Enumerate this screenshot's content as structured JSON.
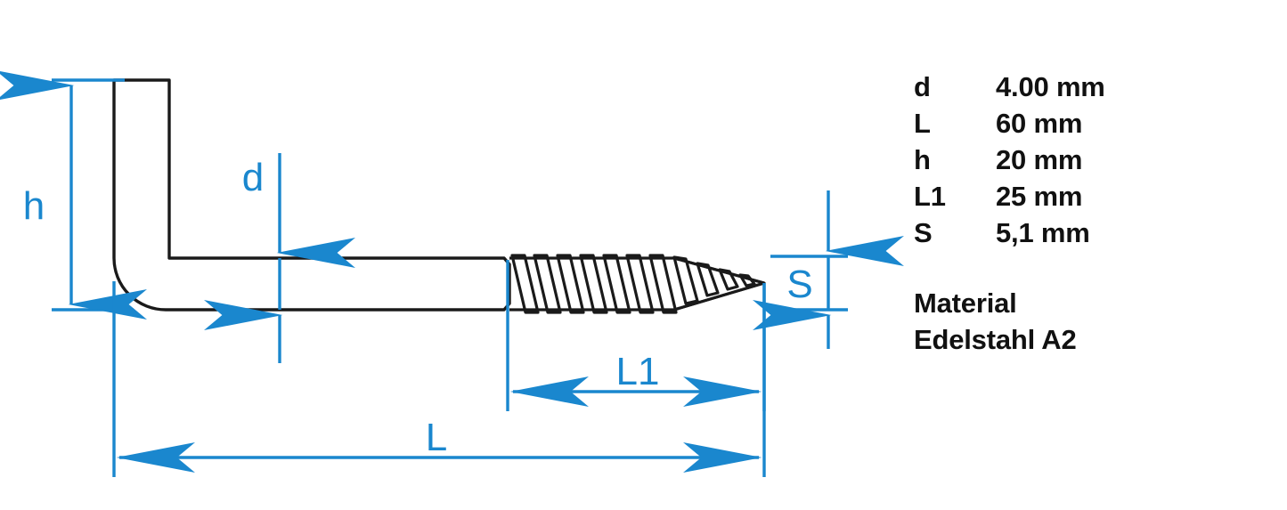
{
  "drawing": {
    "title": "Screw hook technical dimension drawing",
    "colors": {
      "dimension_blue": "#1a87ce",
      "outline_black": "#1a1a1a",
      "background": "#ffffff"
    },
    "dimension_labels": {
      "h": "h",
      "d": "d",
      "S": "S",
      "L1": "L1",
      "L": "L"
    }
  },
  "specs": {
    "rows": [
      {
        "key": "d",
        "value": "4.00 mm"
      },
      {
        "key": "L",
        "value": "60 mm"
      },
      {
        "key": "h",
        "value": "20 mm"
      },
      {
        "key": "L1",
        "value": "25 mm"
      },
      {
        "key": "S",
        "value": "5,1 mm"
      }
    ]
  },
  "material": {
    "heading": "Material",
    "value": "Edelstahl A2"
  }
}
